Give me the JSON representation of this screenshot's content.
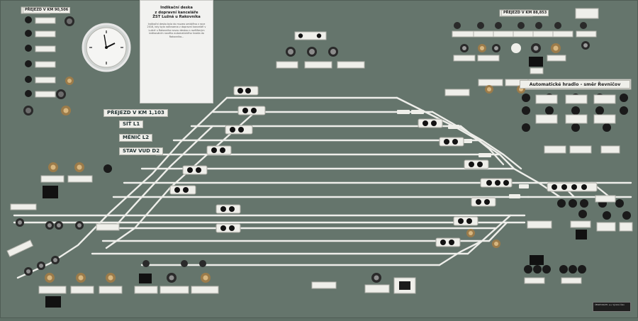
{
  "colors": {
    "panel": "#6a7a71",
    "track": "#eeeeea",
    "lamp_black": "#121212",
    "lamp_amber": "#d9a436",
    "brass": "#9b7b4a"
  },
  "notice": {
    "title_lines": [
      "Indikační deska",
      "z dopravní kanceláře",
      "ŽST Lužná u Rakovníka"
    ],
    "body": "Indikační deska byla do muzea umístěna v roce 2016, kdy byla nahrazena v dopravní kanceláři v Lužné u Rakovníka novou deskou s rozšířeným indikováním nového automatického hradla do Rakovníka..."
  },
  "labels": {
    "top_left": "PŘEJEZD V KM 90,506",
    "top_right": "PŘEJEZD V KM 88,853",
    "center_big": "PŘEJEZD V KM 1,103",
    "sit": "SÍŤ L1",
    "menic": "MĚNIČ L2",
    "stav": "STAV VUD D2",
    "auto": "Automatické hradlo - směr Řevničov",
    "plate": "ČESKÉ DRÁHY, a.s. Výrobní číslo"
  }
}
